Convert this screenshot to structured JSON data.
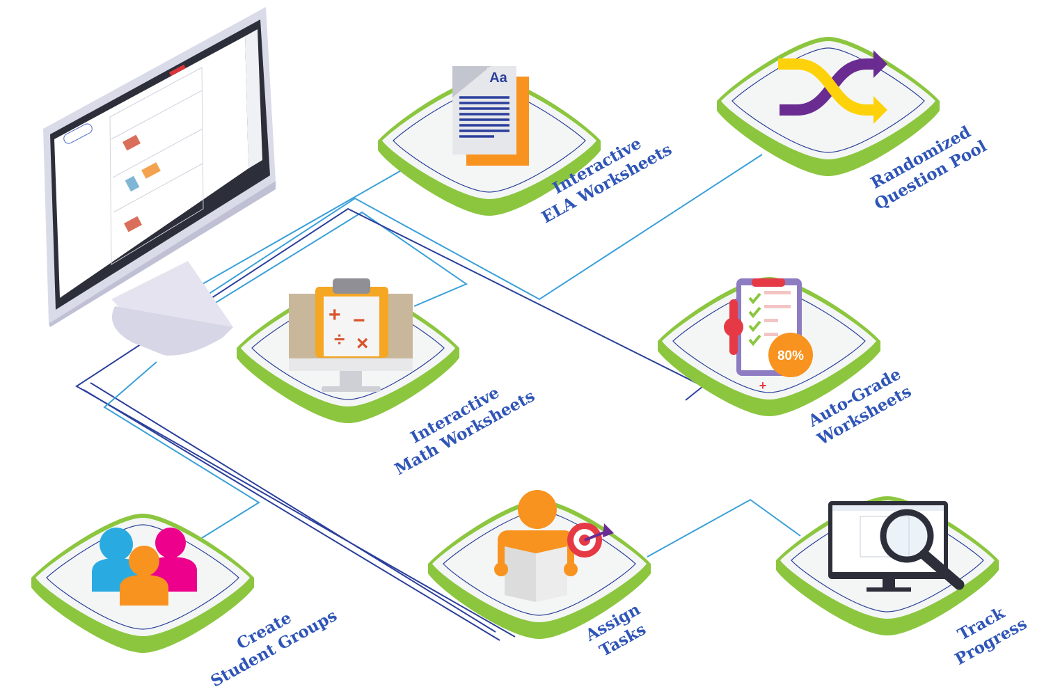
{
  "features": {
    "ela": {
      "line1": "Interactive",
      "line2": "ELA Worksheets",
      "icon": "ela-document-icon"
    },
    "random": {
      "line1": "Randomized",
      "line2": "Question Pool",
      "icon": "shuffle-arrows-icon"
    },
    "math": {
      "line1": "Interactive",
      "line2": "Math Worksheets",
      "icon": "math-clipboard-icon"
    },
    "autograde": {
      "line1": "Auto-Grade",
      "line2": "Worksheets",
      "icon": "graded-clipboard-icon",
      "score": "80%"
    },
    "groups": {
      "line1": "Create",
      "line2": "Student Groups",
      "icon": "student-group-icon"
    },
    "assign": {
      "line1": "Assign",
      "line2": "Tasks",
      "icon": "reader-target-icon"
    },
    "track": {
      "line1": "Track",
      "line2": "Progress",
      "icon": "magnifier-monitor-icon"
    }
  },
  "colors": {
    "tile_green": "#8cc63f",
    "tile_face": "#f4f6f5",
    "label_blue": "#2f55b7",
    "line_blue": "#3aa0d8",
    "line_navy": "#2b3f9b",
    "purple": "#6a2c91",
    "yellow": "#fdd20a",
    "orange": "#f7931e",
    "cyan": "#29abe2",
    "magenta": "#ec008c",
    "red": "#e63946"
  }
}
